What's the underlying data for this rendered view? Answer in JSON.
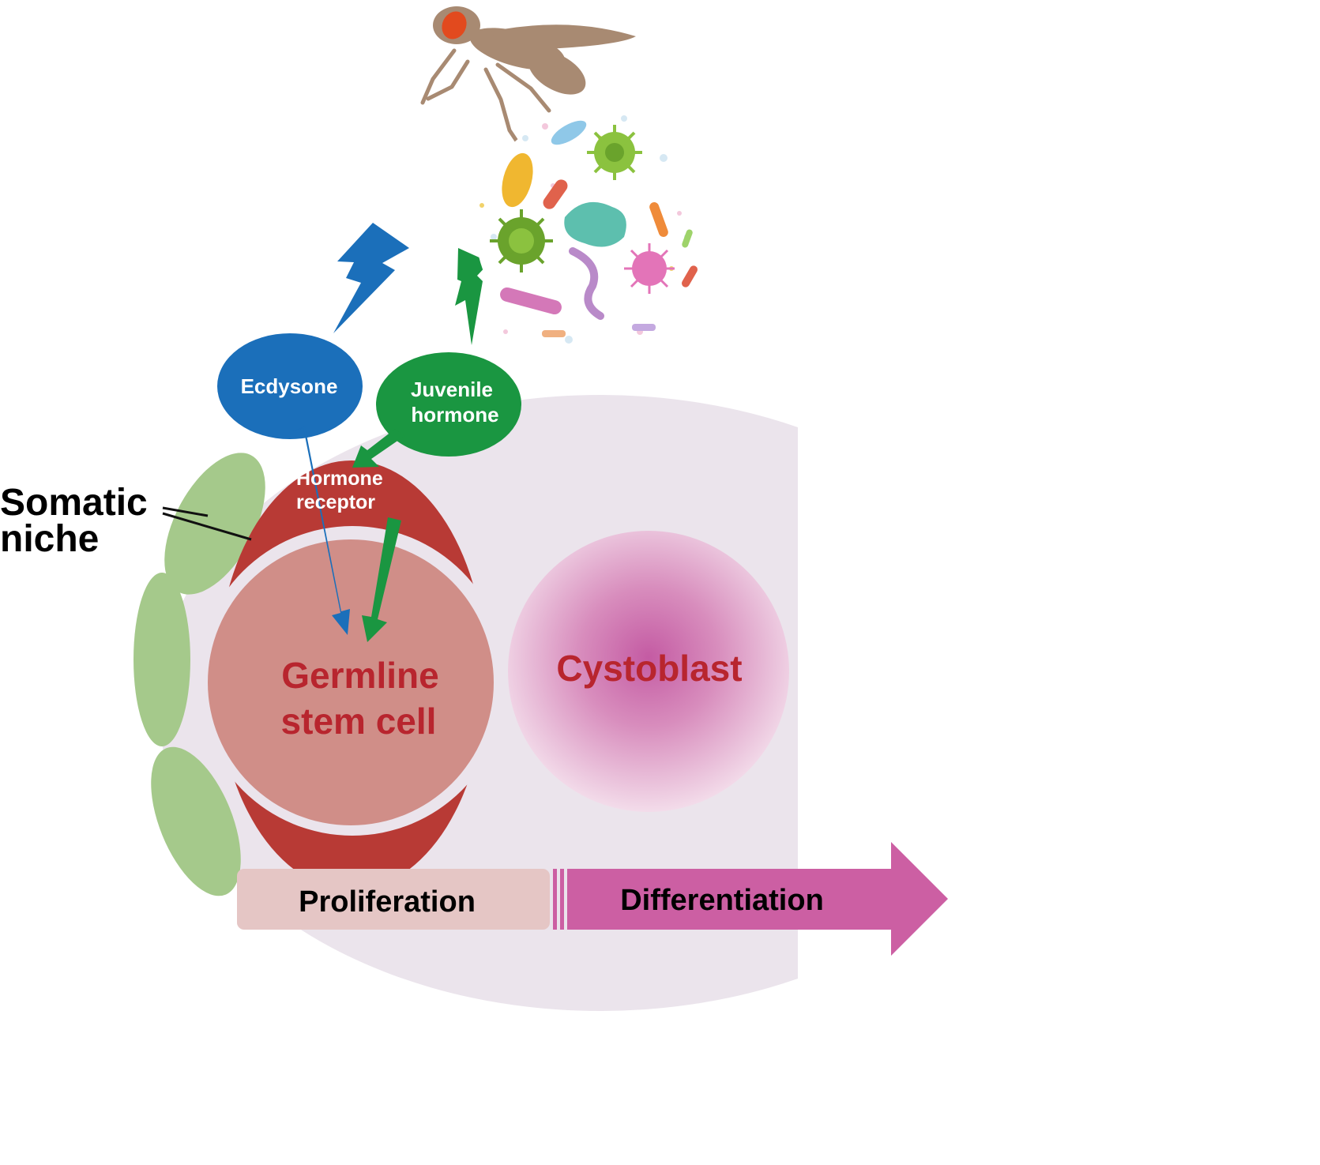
{
  "labels": {
    "somatic_niche_line1": "Somatic",
    "somatic_niche_line2": "niche",
    "ecdysone": "Ecdysone",
    "juvenile_hormone_line1": "Juvenile",
    "juvenile_hormone_line2": "hormone",
    "hormone_receptor_line1": "Hormone",
    "hormone_receptor_line2": "receptor",
    "germline_line1": "Germline",
    "germline_line2": "stem cell",
    "cystoblast": "Cystoblast",
    "proliferation": "Proliferation",
    "differentiation": "Differentiation"
  },
  "colors": {
    "ecdysone_blue": "#1b6fba",
    "juvenile_green": "#1a9641",
    "receptor_red": "#b83a35",
    "germline_fill": "#d08e88",
    "germline_text": "#b8252e",
    "cystoblast_text": "#b8252e",
    "niche_green": "#a5c98b",
    "background_lavender": "#ebe4ec",
    "differentiation_magenta": "#cc5fa3",
    "proliferation_pink": "#e5c6c5",
    "fly_brown": "#a88a72",
    "fly_eye": "#e24a1e"
  },
  "icons": {
    "fly": "fruit-fly-icon",
    "microbiota": "microbiota-cluster-icon"
  }
}
